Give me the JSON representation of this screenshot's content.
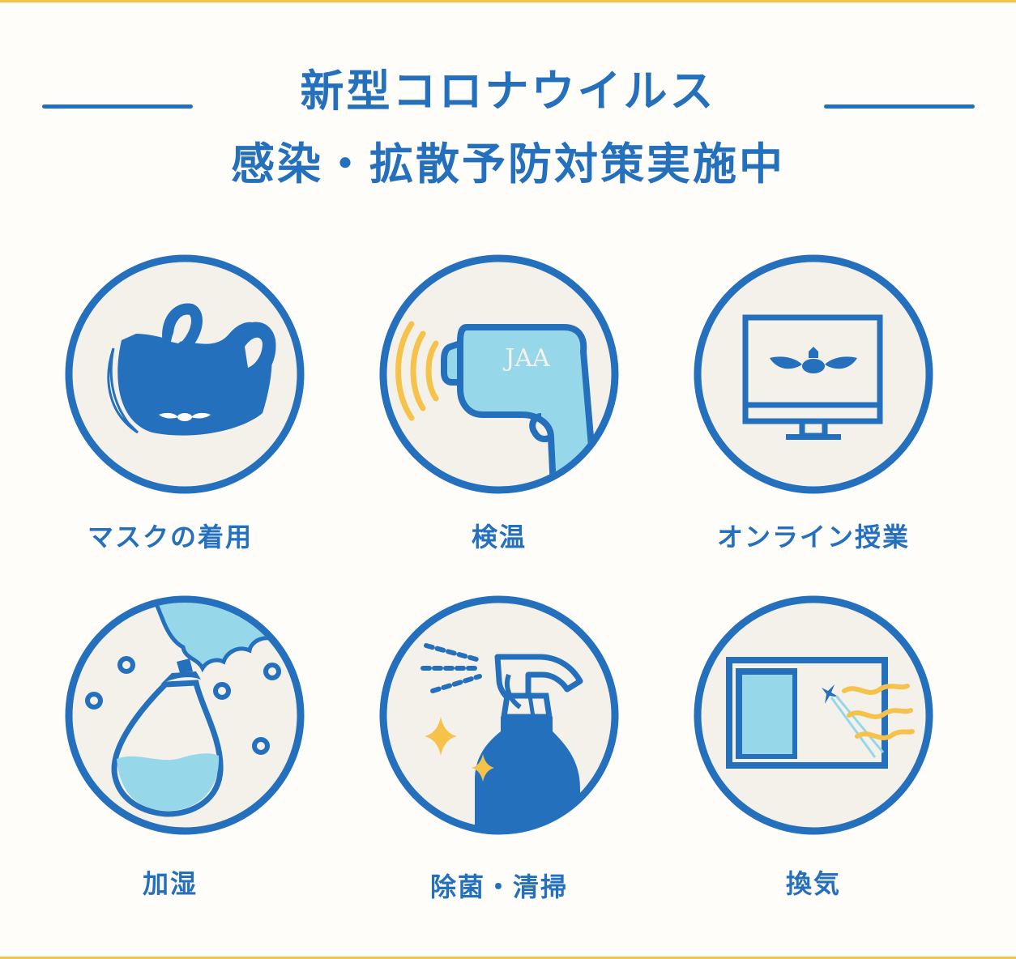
{
  "header": {
    "title_line1": "新型コロナウイルス",
    "title_line2": "感染・拡散予防対策実施中"
  },
  "colors": {
    "primary_blue": "#2470bd",
    "light_blue": "#96d7ea",
    "circle_fill": "#f4f1ea",
    "yellow": "#f6c34a",
    "background": "#fffdfa"
  },
  "measures": [
    {
      "label": "マスクの着用",
      "icon": "face-mask-icon"
    },
    {
      "label": "検温",
      "icon": "thermometer-gun-icon",
      "thermometer_text": "JAA"
    },
    {
      "label": "オンライン授業",
      "icon": "monitor-icon"
    },
    {
      "label": "加湿",
      "icon": "humidifier-icon"
    },
    {
      "label": "除菌・清掃",
      "icon": "spray-bottle-icon"
    },
    {
      "label": "換気",
      "icon": "window-ventilation-icon"
    }
  ]
}
